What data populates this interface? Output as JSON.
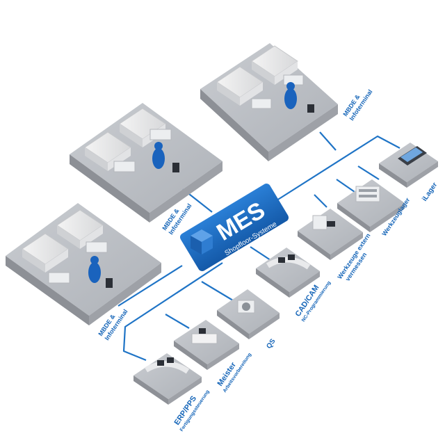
{
  "colors": {
    "accent": "#1565b8",
    "line": "#1f74c6",
    "platform": "#b9bcc2",
    "mes_box": "#1c6bc3"
  },
  "mes": {
    "title": "MES",
    "subtitle": "Shopfloor-Systeme"
  },
  "stations": {
    "mbde_top_right": {
      "line1": "MBDE &",
      "line2": "Infoterminal"
    },
    "mbde_middle": {
      "line1": "MBDE &",
      "line2": "Infoterminal"
    },
    "mbde_left": {
      "line1": "MBDE &",
      "line2": "Infoterminal"
    },
    "ilager": {
      "label": "iLager"
    },
    "werkzeuglager": {
      "label": "Werkzeuglager"
    },
    "werkzeuge_extern": {
      "line1": "Werkzeuge extern",
      "line2": "vermessen"
    },
    "cad_cam": {
      "line1": "CAD/CAM",
      "line2": "NC-Programmierung"
    },
    "qs": {
      "label": "QS"
    },
    "meister": {
      "line1": "Meister",
      "line2": "Arbeitsvorbereitung"
    },
    "erp_pps": {
      "line1": "ERP/PPS",
      "line2": "Fertigungssteuerung"
    }
  }
}
